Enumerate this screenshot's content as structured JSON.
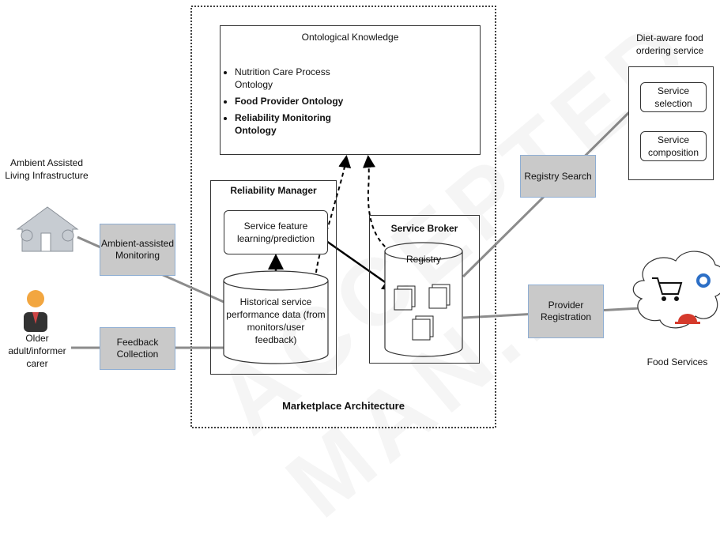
{
  "ontology": {
    "title": "Ontological Knowledge",
    "items": [
      "Nutrition Care Process Ontology",
      "Food Provider Ontology",
      "Reliability Monitoring Ontology"
    ]
  },
  "diet_service": {
    "title": "Diet-aware food ordering service",
    "selection": "Service selection",
    "composition": "Service composition"
  },
  "aal": {
    "label": "Ambient Assisted Living Infrastructure"
  },
  "ambient_monitoring": "Ambient-assisted Monitoring",
  "older_adult": "Older adult/informer carer",
  "feedback_collection": "Feedback Collection",
  "reliability_manager": {
    "title": "Reliability Manager",
    "feature_box": "Service feature learning/prediction",
    "historical": "Historical service performance data (from monitors/user feedback)"
  },
  "service_broker": {
    "title": "Service Broker",
    "registry": "Registry"
  },
  "registry_search": "Registry Search",
  "provider_registration": "Provider Registration",
  "food_services": "Food Services",
  "marketplace": "Marketplace Architecture",
  "watermark": "ACCEPTED MAN..."
}
